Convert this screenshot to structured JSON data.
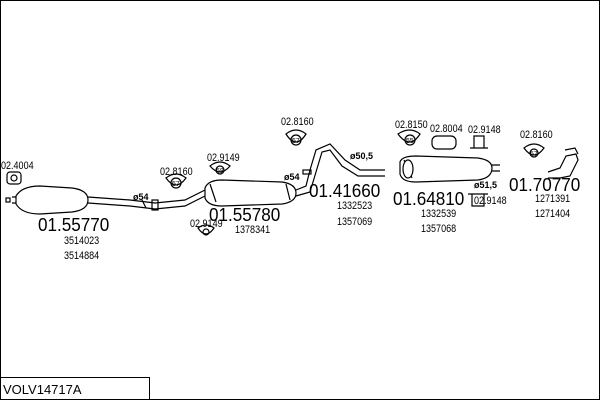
{
  "diagram": {
    "title": "VOLV14717A",
    "main_parts": [
      {
        "id": "front-silencer",
        "number": "01.55770"
      },
      {
        "id": "centre-silencer",
        "number": "01.55780"
      },
      {
        "id": "pipe",
        "number": "01.41660"
      },
      {
        "id": "rear-silencer",
        "number": "01.64810"
      },
      {
        "id": "tail-pipe",
        "number": "01.70770"
      }
    ],
    "oem_numbers": [
      "3514023",
      "3514884",
      "1378341",
      "1332523",
      "1357069",
      "1332539",
      "1357068",
      "1271391",
      "1271404"
    ],
    "accessories": [
      "02.4004",
      "02.8160",
      "02.9149",
      "02.9149",
      "02.8160",
      "02.8150",
      "02.8004",
      "02.9148",
      "02.9148",
      "02.8160"
    ],
    "diameters": [
      "ø54",
      "ø54",
      "ø50,5",
      "ø51,5"
    ]
  }
}
